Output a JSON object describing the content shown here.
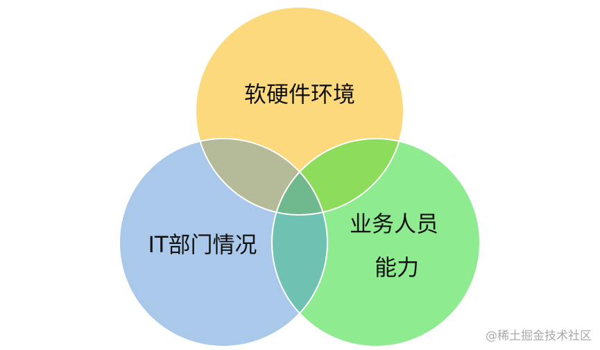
{
  "diagram": {
    "type": "venn",
    "circles": [
      {
        "id": "top",
        "label": "软硬件环境",
        "color": "#FDD97E"
      },
      {
        "id": "left",
        "label": "IT部门情况",
        "color": "#A9C8EA"
      },
      {
        "id": "right",
        "label_line1": "业务人员",
        "label_line2": "能力",
        "color": "#8FEB8F"
      }
    ],
    "overlaps": {
      "top_left": "#B5BB98",
      "top_right": "#8DDC5C",
      "left_right": "#6FC1B1",
      "center": "#70B98F"
    }
  },
  "watermark": "@稀土掘金技术社区"
}
